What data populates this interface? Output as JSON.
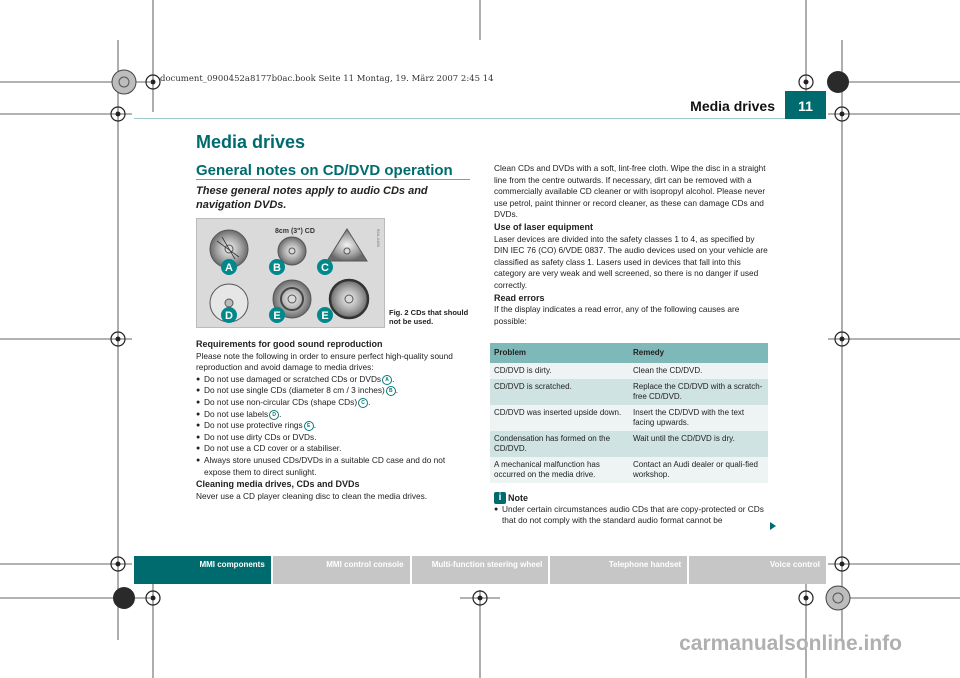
{
  "print_header": "document_0900452a8177b0ac.book  Seite 11  Montag, 19. März 2007  2:45 14",
  "page": {
    "running_head": "Media drives",
    "number": "11"
  },
  "title": "Media drives",
  "section": {
    "heading": "General notes on CD/DVD operation",
    "intro": "These general notes apply to audio CDs and navigation DVDs."
  },
  "figure": {
    "label": "8cm (3\") CD",
    "side_code": "B2A-0489",
    "letters": [
      "A",
      "B",
      "C",
      "D",
      "E",
      "E"
    ],
    "caption": "Fig. 2  CDs that should not be used."
  },
  "requirements": {
    "heading": "Requirements for good sound reproduction",
    "text": "Please note the following in order to ensure perfect high-quality sound reproduction and avoid damage to media drives:",
    "items": [
      {
        "text": "Do not use damaged or scratched CDs or DVDs",
        "ref": "A"
      },
      {
        "text": "Do not use single CDs (diameter 8 cm / 3 inches)",
        "ref": "B"
      },
      {
        "text": "Do not use non-circular CDs (shape CDs)",
        "ref": "C"
      },
      {
        "text": "Do not use labels",
        "ref": "D"
      },
      {
        "text": "Do not use protective rings",
        "ref": "E"
      },
      {
        "text": "Do not use dirty CDs or DVDs.",
        "ref": ""
      },
      {
        "text": "Do not use a CD cover or a stabiliser.",
        "ref": ""
      },
      {
        "text": "Always store unused CDs/DVDs in a suitable CD case and do not expose them to direct sunlight.",
        "ref": ""
      }
    ]
  },
  "cleaning": {
    "heading": "Cleaning media drives, CDs and DVDs",
    "text1": "Never use a CD player cleaning disc to clean the media drives.",
    "text2": "Clean CDs and DVDs with a soft, lint-free cloth. Wipe the disc in a straight line from the centre outwards. If necessary, dirt can be removed with a commercially available CD cleaner or with isopropyl alcohol. Please never use petrol, paint thinner or record cleaner, as these can damage CDs and DVDs."
  },
  "laser": {
    "heading": "Use of laser equipment",
    "text": "Laser devices are divided into the safety classes 1 to 4, as specified by DIN IEC 76 (CO) 6/VDE 0837. The audio devices used on your vehicle are classified as safety class 1. Lasers used in devices that fall into this category are very weak and well screened, so there is no danger if used correctly."
  },
  "read_errors": {
    "heading": "Read errors",
    "text": "If the display indicates a read error, any of the following causes are possible:"
  },
  "table": {
    "headers": [
      "Problem",
      "Remedy"
    ],
    "rows": [
      [
        "CD/DVD is dirty.",
        "Clean the CD/DVD."
      ],
      [
        "CD/DVD is scratched.",
        "Replace the CD/DVD with a scratch-free CD/DVD."
      ],
      [
        "CD/DVD was inserted upside down.",
        "Insert the CD/DVD with the text facing upwards."
      ],
      [
        "Condensation has formed on the CD/DVD.",
        "Wait until the CD/DVD is dry."
      ],
      [
        "A mechanical malfunction has occurred on the media drive.",
        "Contact an Audi dealer or quali-fied workshop."
      ]
    ]
  },
  "note": {
    "title": "Note",
    "text": "Under certain circumstances audio CDs that are copy-protected or CDs that do not comply with the standard audio format cannot be"
  },
  "footer_tabs": [
    "MMI components",
    "MMI control console",
    "Multi-function steering wheel",
    "Telephone handset",
    "Voice control"
  ],
  "watermark": "carmanualsonline.info",
  "colors": {
    "accent": "#006b6e",
    "table_header": "#7fb8b8",
    "table_alt": "#cfe3e3",
    "footer_tab": "#c6c6c6"
  }
}
